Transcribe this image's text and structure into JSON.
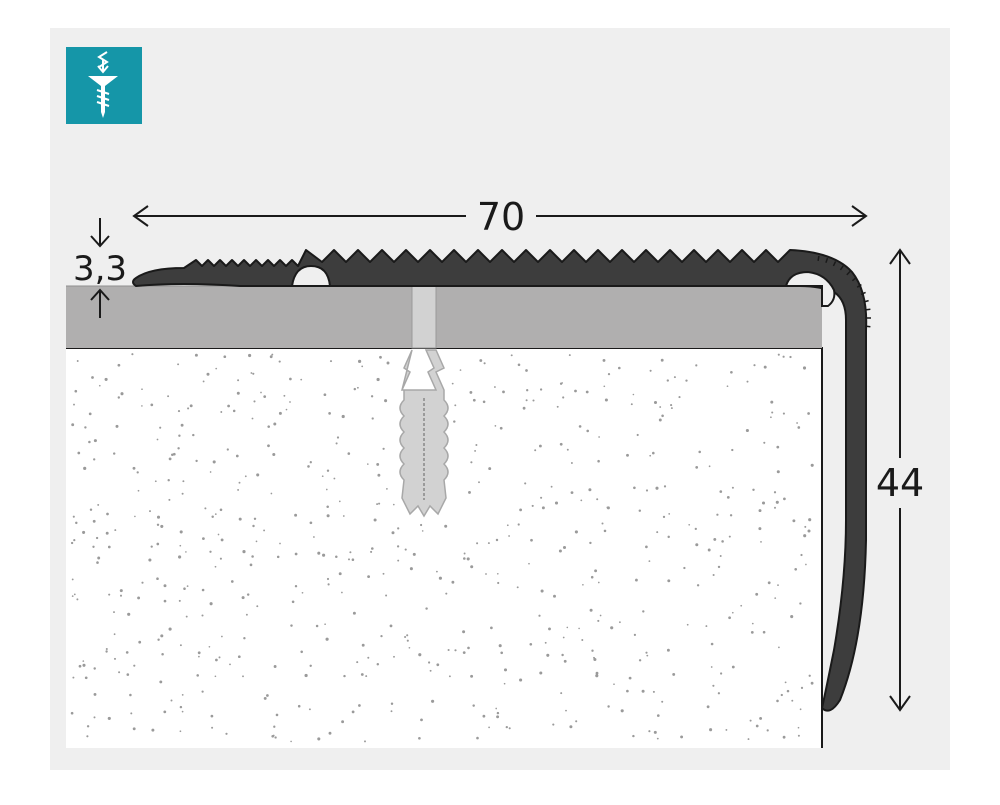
{
  "colors": {
    "page_background": "#ffffff",
    "panel_background": "#efefef",
    "badge_background": "#1596a8",
    "profile_fill": "#3d3d3d",
    "underlay_fill": "#b0afaf",
    "concrete_fill": "#ffffff",
    "concrete_dots": "#9a9a9a",
    "dowel_fill": "#d2d2d2",
    "line": "#1a1a1a"
  },
  "icons": {
    "badge": "screw-mounting-icon"
  },
  "dimensions": {
    "width_label": "70",
    "height_label": "44",
    "thickness_label": "3,3"
  }
}
